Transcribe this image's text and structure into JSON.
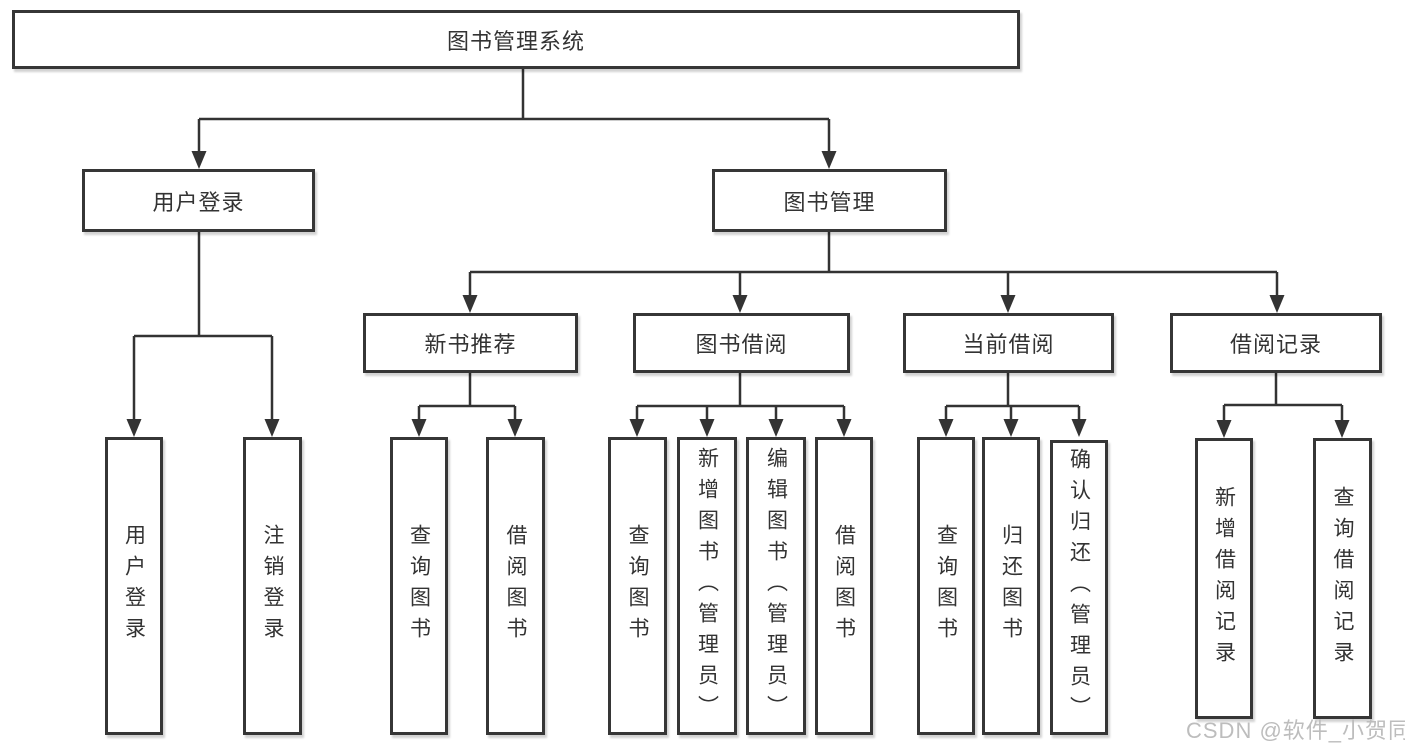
{
  "diagram": {
    "type": "hierarchy-tree",
    "colors": {
      "line": "#333333",
      "box_border": "#363636",
      "text": "#333333",
      "watermark": "#bdbdbd",
      "background": "#ffffff"
    },
    "tree": {
      "label": "图书管理系统",
      "children": [
        {
          "label": "用户登录",
          "children": [
            {
              "label": "用户登录"
            },
            {
              "label": "注销登录"
            }
          ]
        },
        {
          "label": "图书管理",
          "children": [
            {
              "label": "新书推荐",
              "children": [
                {
                  "label": "查询图书"
                },
                {
                  "label": "借阅图书"
                }
              ]
            },
            {
              "label": "图书借阅",
              "children": [
                {
                  "label": "查询图书"
                },
                {
                  "label": "新增图书（管理员）"
                },
                {
                  "label": "编辑图书（管理员）"
                },
                {
                  "label": "借阅图书"
                }
              ]
            },
            {
              "label": "当前借阅",
              "children": [
                {
                  "label": "查询图书"
                },
                {
                  "label": "归还图书"
                },
                {
                  "label": "确认归还（管理员）"
                }
              ]
            },
            {
              "label": "借阅记录",
              "children": [
                {
                  "label": "新增借阅记录"
                },
                {
                  "label": "查询借阅记录"
                }
              ]
            }
          ]
        }
      ]
    },
    "watermark": {
      "text": "CSDN @软件_小贺同学"
    }
  }
}
